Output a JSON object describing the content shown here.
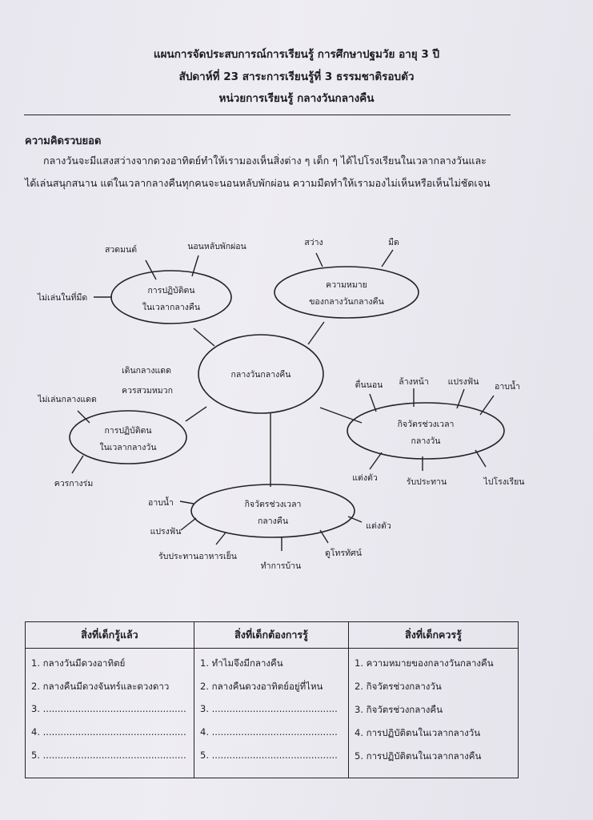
{
  "header": {
    "line1": "แผนการจัดประสบการณ์การเรียนรู้ การศึกษาปฐมวัย อายุ 3 ปี",
    "line2": "สัปดาห์ที่ 23   สาระการเรียนรู้ที่ 3   ธรรมชาติรอบตัว",
    "line3": "หน่วยการเรียนรู้   กลางวันกลางคืน"
  },
  "concept": {
    "title": "ความคิดรวบยอด",
    "line1": "กลางวันจะมีแสงสว่างจากดวงอาทิตย์ทำให้เรามองเห็นสิ่งต่าง ๆ เด็ก ๆ ได้ไปโรงเรียนในเวลากลางวันและ",
    "line2": "ได้เล่นสนุกสนาน แต่ในเวลากลางคืนทุกคนจะนอนหลับพักผ่อน ความมืดทำให้เรามองไม่เห็นหรือเห็นไม่ชัดเจน"
  },
  "mindmap": {
    "center": "กลางวันกลางคืน",
    "night_conduct": {
      "title1": "การปฏิบัติตน",
      "title2": "ในเวลากลางคืน",
      "items": [
        "สวดมนต์",
        "นอนหลับพักผ่อน",
        "ไม่เล่นในที่มืด"
      ]
    },
    "meaning": {
      "title1": "ความหมาย",
      "title2": "ของกลางวันกลางคืน",
      "items": [
        "สว่าง",
        "มืด"
      ]
    },
    "day_activities": {
      "title1": "กิจวัตรช่วงเวลา",
      "title2": "กลางวัน",
      "items": [
        "ตื่นนอน",
        "ล้างหน้า",
        "แปรงฟัน",
        "อาบน้ำ",
        "แต่งตัว",
        "รับประทาน",
        "ไปโรงเรียน"
      ]
    },
    "day_conduct": {
      "title1": "การปฏิบัติตน",
      "title2": "ในเวลากลางวัน",
      "items": [
        "เดินกลางแดด",
        "ควรสวมหมวก",
        "ไม่เล่นกลางแดด",
        "ควรกางร่ม"
      ]
    },
    "night_activities": {
      "title1": "กิจวัตรช่วงเวลา",
      "title2": "กลางคืน",
      "items": [
        "อาบน้ำ",
        "แปรงฟัน",
        "รับประทานอาหารเย็น",
        "ทำการบ้าน",
        "ดูโทรทัศน์",
        "แต่งตัว"
      ]
    }
  },
  "kwl": {
    "headers": [
      "สิ่งที่เด็กรู้แล้ว",
      "สิ่งที่เด็กต้องการรู้",
      "สิ่งที่เด็กควรรู้"
    ],
    "col1": [
      "1. กลางวันมีดวงอาทิตย์",
      "2. กลางคืนมีดวงจันทร์และดวงดาว",
      "3. .................................................",
      "4. .................................................",
      "5. ................................................."
    ],
    "col2": [
      "1. ทำไมจึงมีกลางคืน",
      "2. กลางคืนดวงอาทิตย์อยู่ที่ไหน",
      "3. ...........................................",
      "4. ...........................................",
      "5. ..........................................."
    ],
    "col3": [
      "1. ความหมายของกลางวันกลางคืน",
      "2. กิจวัตรช่วงกลางวัน",
      "3. กิจวัตรช่วงกลางคืน",
      "4. การปฏิบัติตนในเวลากลางวัน",
      "5. การปฏิบัติตนในเวลากลางคืน"
    ]
  }
}
